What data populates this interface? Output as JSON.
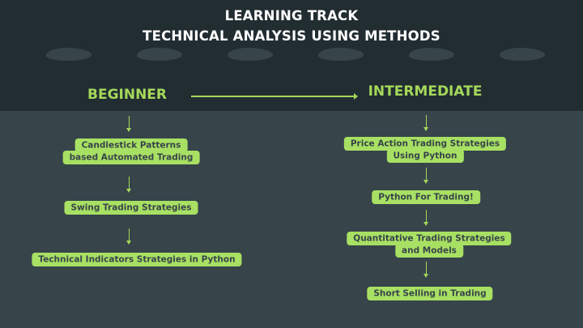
{
  "header": {
    "title_line1": "LEARNING TRACK",
    "title_line2": "TECHNICAL ANALYSIS USING METHODS"
  },
  "levels": {
    "beginner": "BEGINNER",
    "intermediate": "INTERMEDIATE"
  },
  "beginner": [
    "Candlestick Patterns",
    "based Automated Trading",
    "Swing Trading Strategies",
    "Technical Indicators Strategies in Python"
  ],
  "intermediate": [
    "Price Action Trading Strategies",
    "Using Python",
    "Python For Trading!",
    "Quantitative Trading Strategies",
    "and Models",
    "Short Selling in Trading"
  ],
  "colors": {
    "accent": "#a8e063",
    "header_bg": "#222d32",
    "body_bg": "#37444a"
  }
}
